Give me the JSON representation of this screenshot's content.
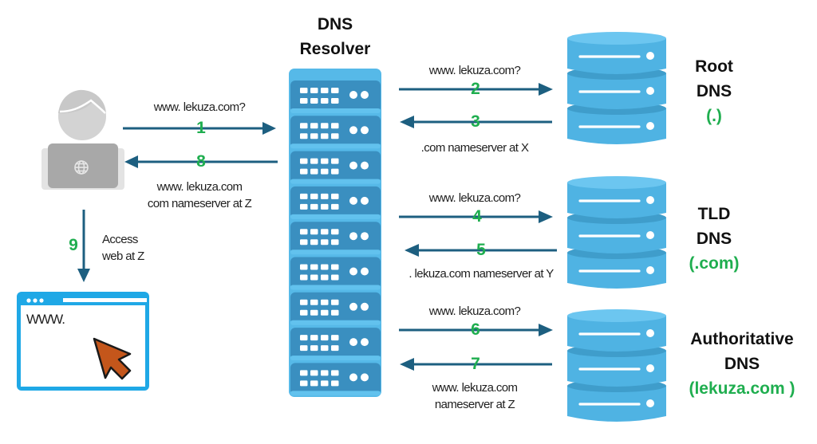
{
  "diagram": {
    "resolver": {
      "title_line1": "DNS",
      "title_line2": "Resolver"
    },
    "servers": [
      {
        "id": "root",
        "title_line1": "Root",
        "title_line2": "DNS",
        "subtitle": "(.)"
      },
      {
        "id": "tld",
        "title_line1": "TLD",
        "title_line2": "DNS",
        "subtitle": "(.com)"
      },
      {
        "id": "authoritative",
        "title_line1": "Authoritative",
        "title_line2": "DNS",
        "subtitle": "(lekuza.com )"
      }
    ],
    "client": {
      "icon": "user-laptop-icon",
      "laptop_icon": "globe-icon"
    },
    "browser": {
      "address_text": "WWW.",
      "icon": "browser-window-icon",
      "cursor_icon": "cursor-arrow-icon"
    },
    "steps": [
      {
        "number": "1",
        "label": "www. lekuza.com?",
        "direction": "client-to-resolver"
      },
      {
        "number": "2",
        "label": "www. lekuza.com?",
        "direction": "resolver-to-root"
      },
      {
        "number": "3",
        "label": ".com nameserver at X",
        "direction": "root-to-resolver"
      },
      {
        "number": "4",
        "label": "www. lekuza.com?",
        "direction": "resolver-to-tld"
      },
      {
        "number": "5",
        "label": ". lekuza.com nameserver at Y",
        "direction": "tld-to-resolver"
      },
      {
        "number": "6",
        "label": "www. lekuza.com?",
        "direction": "resolver-to-authoritative"
      },
      {
        "number": "7",
        "label_line1": "www. lekuza.com",
        "label_line2": "nameserver at Z",
        "direction": "authoritative-to-resolver"
      },
      {
        "number": "8",
        "label_line1": "www. lekuza.com",
        "label_line2": "com nameserver at Z",
        "direction": "resolver-to-client"
      },
      {
        "number": "9",
        "label_line1": "Access",
        "label_line2": "web at Z",
        "direction": "client-to-browser"
      }
    ],
    "colors": {
      "arrow": "#1d5f80",
      "step_number": "#1fae4f",
      "server_blue": "#4fb7e6",
      "rack_blue": "#3b94c6",
      "browser_blue": "#1fa8e6",
      "cursor": "#c4561b",
      "user_gray": "#b7b7b7"
    }
  }
}
